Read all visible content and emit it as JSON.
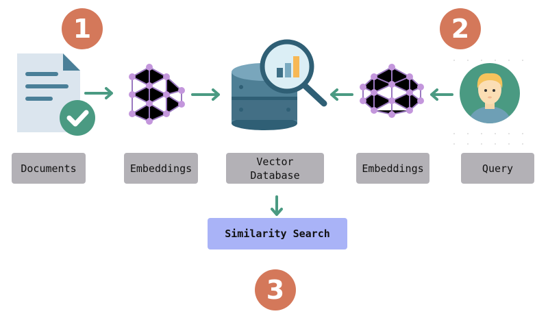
{
  "steps": [
    "1",
    "2",
    "3"
  ],
  "labels": {
    "documents": "Documents",
    "embeddings_left": "Embeddings",
    "vector_db_line1": "Vector",
    "vector_db_line2": "Database",
    "embeddings_right": "Embeddings",
    "query": "Query"
  },
  "similarity_search": "Similarity Search",
  "colors": {
    "badge": "#d4785a",
    "arrow": "#4a9a82",
    "node": "#c396dc",
    "label_bg": "#b3b1b6",
    "search_bg": "#a9b3f7",
    "db": "#4e7f95"
  }
}
